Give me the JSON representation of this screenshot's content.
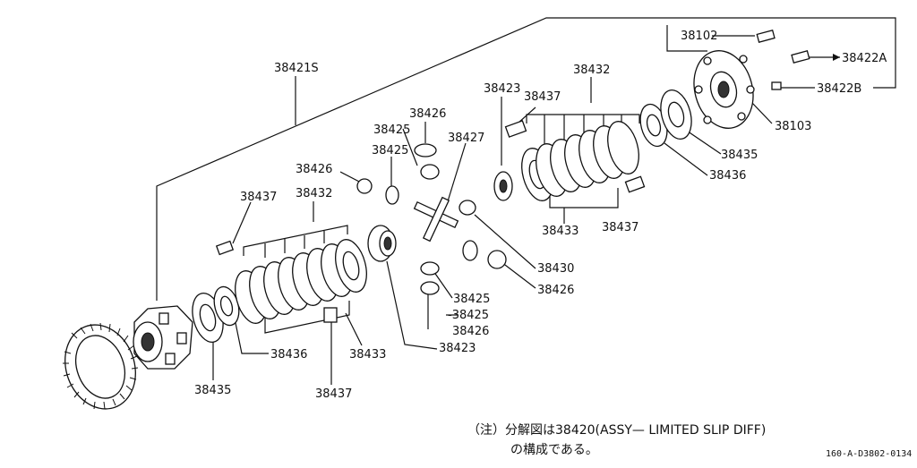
{
  "diagram": {
    "labels": {
      "p38102": "38102",
      "p38422A": "38422A",
      "p38422B": "38422B",
      "p38103": "38103",
      "p38421S": "38421S",
      "p38432_right": "38432",
      "p38423_top": "38423",
      "p38437_top": "38437",
      "p38426_a": "38426",
      "p38425_a": "38425",
      "p38427": "38427",
      "p38425_b": "38425",
      "p38426_b": "38426",
      "p38432_left": "38432",
      "p38437_left": "38437",
      "p38435_right": "38435",
      "p38436_right": "38436",
      "p38433_right": "38433",
      "p38437_right": "38437",
      "p38430": "38430",
      "p38426_c": "38426",
      "p38425_c": "38425",
      "p38425_d": "-38425",
      "p38426_d": "38426",
      "p38423_bottom": "38423",
      "p38436_left": "38436",
      "p38433_left": "38433",
      "p38435_left": "38435",
      "p38437_bottom": "38437"
    },
    "note_line1": "（注）分解図は38420(ASSY—  LIMITED SLIP  DIFF)",
    "note_line2": "の構成である。",
    "drawing_code": "160-A-D3802-0134"
  }
}
